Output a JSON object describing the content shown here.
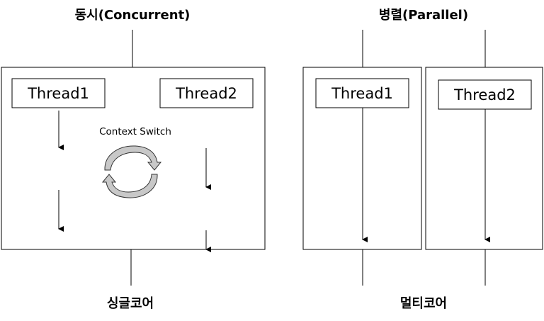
{
  "concurrent": {
    "title": "동시(Concurrent)",
    "thread1": "Thread1",
    "thread2": "Thread2",
    "context_switch": "Context Switch",
    "core_label": "싱글코어"
  },
  "parallel": {
    "title": "병렬(Parallel)",
    "thread1": "Thread1",
    "thread2": "Thread2",
    "core_label": "멀티코어"
  }
}
